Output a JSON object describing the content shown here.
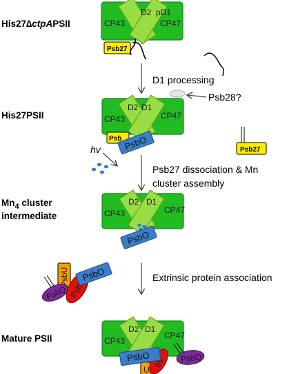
{
  "stages": {
    "s1": {
      "label": "His27∆ctpAPSII",
      "prefix": "His27∆",
      "italic": "ctpA",
      "suffix": "PSII"
    },
    "s2": {
      "label": "His27PSII"
    },
    "s3": {
      "line1_main": "Mn",
      "line1_sub": "4",
      "line1_rest": " cluster",
      "line2": "intermediate"
    },
    "s4": {
      "label": "Mature PSII"
    }
  },
  "steps": {
    "d1_processing": "D1 processing",
    "psb28": "Psb28?",
    "dissociation_line1": "Psb27 dissociation & Mn",
    "dissociation_line2": "cluster assembly",
    "extrinsic": "Extrinsic protein association",
    "hv": "hv"
  },
  "proteins": {
    "cp43": "CP43",
    "cp47": "CP47",
    "d1": "D1",
    "d2": "D2",
    "pd1": "pD1",
    "psb27": "Psb27",
    "psbo": "PsbO",
    "psbu": "PsbU",
    "psbv": "PsbV",
    "psbq": "PsbQ",
    "psb27_partial": "Psb",
    "psbu_partial": "U",
    "psbv_partial": "bV"
  },
  "colors": {
    "complex_green": "#22bb22",
    "d_subunit_green": "#99dd44",
    "psb27_yellow": "#ffee00",
    "psbo_blue": "#3a7dc8",
    "psbu_orange": "#f5a000",
    "psbv_red": "#e01010",
    "psbq_purple": "#7a2a9a",
    "arrow": "#444444"
  }
}
